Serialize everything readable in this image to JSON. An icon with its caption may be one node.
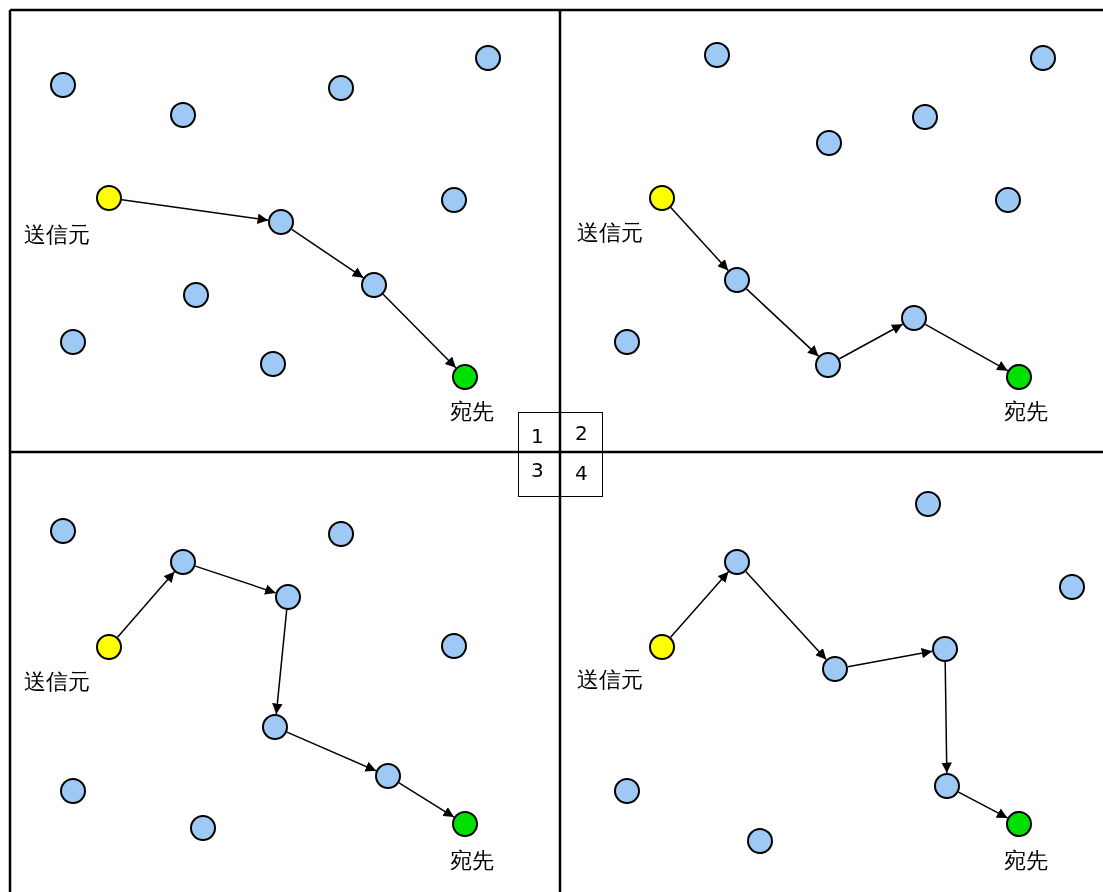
{
  "diagram": {
    "nodes": [
      {
        "text": [],
        "shape": "circle"
      },
      {
        "text": [],
        "shape": "circle"
      },
      {
        "text": [],
        "shape": "circle"
      },
      {
        "text": [],
        "shape": "circle"
      },
      {
        "text": [],
        "shape": "circle",
        "beside": [
          "送信元"
        ]
      },
      {
        "text": [],
        "shape": "circle"
      },
      {
        "text": [],
        "shape": "circle"
      },
      {
        "text": [],
        "shape": "circle"
      },
      {
        "text": [],
        "shape": "circle"
      },
      {
        "text": [],
        "shape": "circle"
      },
      {
        "text": [],
        "shape": "circle"
      },
      {
        "text": [],
        "shape": "circle",
        "beside": [
          "宛先"
        ]
      },
      {
        "text": [],
        "shape": "circle"
      },
      {
        "text": [],
        "shape": "circle"
      },
      {
        "text": [],
        "shape": "circle"
      },
      {
        "text": [],
        "shape": "circle"
      },
      {
        "text": [],
        "shape": "circle",
        "beside": [
          "送信元"
        ]
      },
      {
        "text": [],
        "shape": "circle"
      },
      {
        "text": [],
        "shape": "circle"
      },
      {
        "text": [],
        "shape": "circle"
      },
      {
        "text": [],
        "shape": "circle"
      },
      {
        "text": [],
        "shape": "circle"
      },
      {
        "text": [],
        "shape": "circle",
        "beside": [
          "宛先"
        ]
      },
      {
        "text": [],
        "shape": "circle"
      },
      {
        "text": [],
        "shape": "circle"
      },
      {
        "text": [],
        "shape": "circle"
      },
      {
        "text": [],
        "shape": "circle"
      },
      {
        "text": [],
        "shape": "circle"
      },
      {
        "text": [],
        "shape": "circle",
        "beside": [
          "送信元"
        ]
      },
      {
        "text": [],
        "shape": "circle"
      },
      {
        "text": [],
        "shape": "circle"
      },
      {
        "text": [],
        "shape": "circle"
      },
      {
        "text": [],
        "shape": "circle",
        "beside": [
          "宛先"
        ]
      },
      {
        "text": [],
        "shape": "circle"
      },
      {
        "text": [],
        "shape": "circle"
      },
      {
        "text": [],
        "shape": "circle"
      },
      {
        "text": [],
        "shape": "circle"
      },
      {
        "text": [],
        "shape": "circle",
        "beside": [
          "送信元"
        ]
      },
      {
        "text": [],
        "shape": "circle"
      },
      {
        "text": [],
        "shape": "circle"
      },
      {
        "text": [],
        "shape": "circle"
      },
      {
        "text": [],
        "shape": "circle"
      },
      {
        "text": [],
        "shape": "circle",
        "beside": [
          "宛先"
        ]
      },
      {
        "text": [],
        "shape": "circle"
      }
    ],
    "edges": [
      {
        "from": 4,
        "to": 6,
        "arrow": "to"
      },
      {
        "from": 6,
        "to": 7,
        "arrow": "to"
      },
      {
        "from": 7,
        "to": 11,
        "arrow": "to"
      },
      {
        "from": 16,
        "to": 18,
        "arrow": "to"
      },
      {
        "from": 18,
        "to": 21,
        "arrow": "to"
      },
      {
        "from": 21,
        "to": 19,
        "arrow": "to"
      },
      {
        "from": 19,
        "to": 22,
        "arrow": "to"
      },
      {
        "from": 28,
        "to": 25,
        "arrow": "to"
      },
      {
        "from": 25,
        "to": 26,
        "arrow": "to"
      },
      {
        "from": 26,
        "to": 29,
        "arrow": "to"
      },
      {
        "from": 29,
        "to": 30,
        "arrow": "to"
      },
      {
        "from": 30,
        "to": 32,
        "arrow": "to"
      },
      {
        "from": 37,
        "to": 35,
        "arrow": "to"
      },
      {
        "from": 35,
        "to": 39,
        "arrow": "to"
      },
      {
        "from": 39,
        "to": 38,
        "arrow": "to"
      },
      {
        "from": 38,
        "to": 40,
        "arrow": "to"
      },
      {
        "from": 40,
        "to": 42,
        "arrow": "to"
      }
    ],
    "labels": [
      "1",
      "2",
      "3",
      "4"
    ]
  }
}
